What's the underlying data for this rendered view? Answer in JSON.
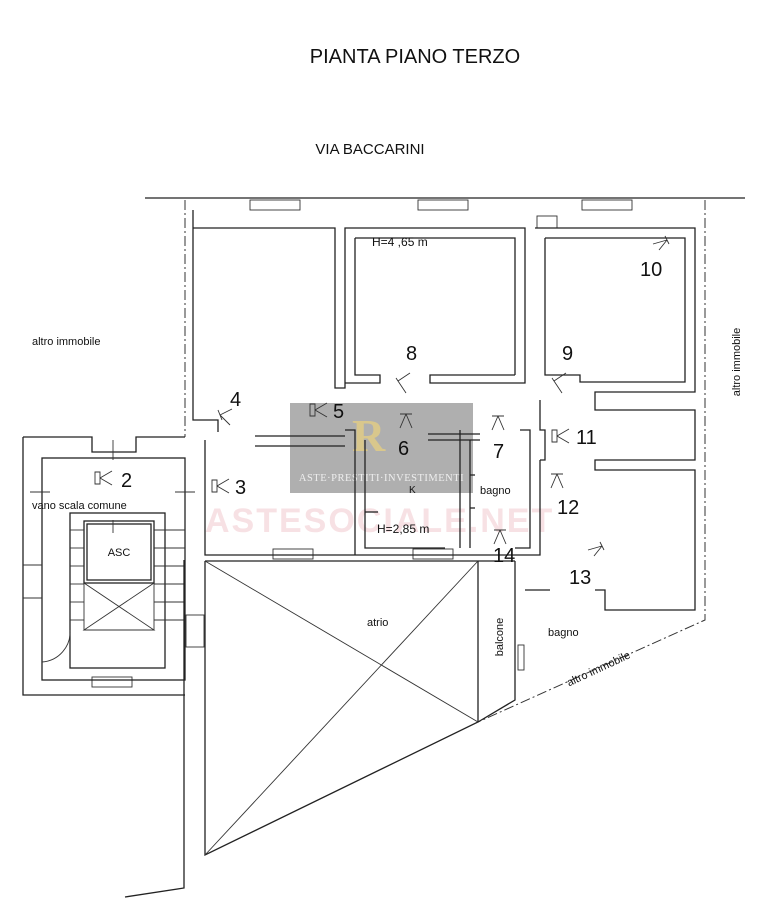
{
  "title": "PIANTA  PIANO TERZO",
  "street": "VIA BACCARINI",
  "labels": {
    "altro_immobile_left": "altro immobile",
    "altro_immobile_right": "altro immobile",
    "altro_immobile_bottom": "altro immobile",
    "height_top": "H=4 ,65 m",
    "height_bottom": "H=2,85 m",
    "vano_scala": "vano scala comune",
    "asc": "ASC",
    "k": "K",
    "bagno_1": "bagno",
    "bagno_2": "bagno",
    "atrio": "atrio",
    "balcone": "balcone"
  },
  "camera_points": [
    "2",
    "3",
    "4",
    "5",
    "6",
    "7",
    "8",
    "9",
    "10",
    "11",
    "12",
    "13",
    "14"
  ],
  "watermark": {
    "logo": "R",
    "text": "ASTE·PRESTITI·INVESTIMENTI",
    "site": "ASTESOCIALE.NET"
  }
}
